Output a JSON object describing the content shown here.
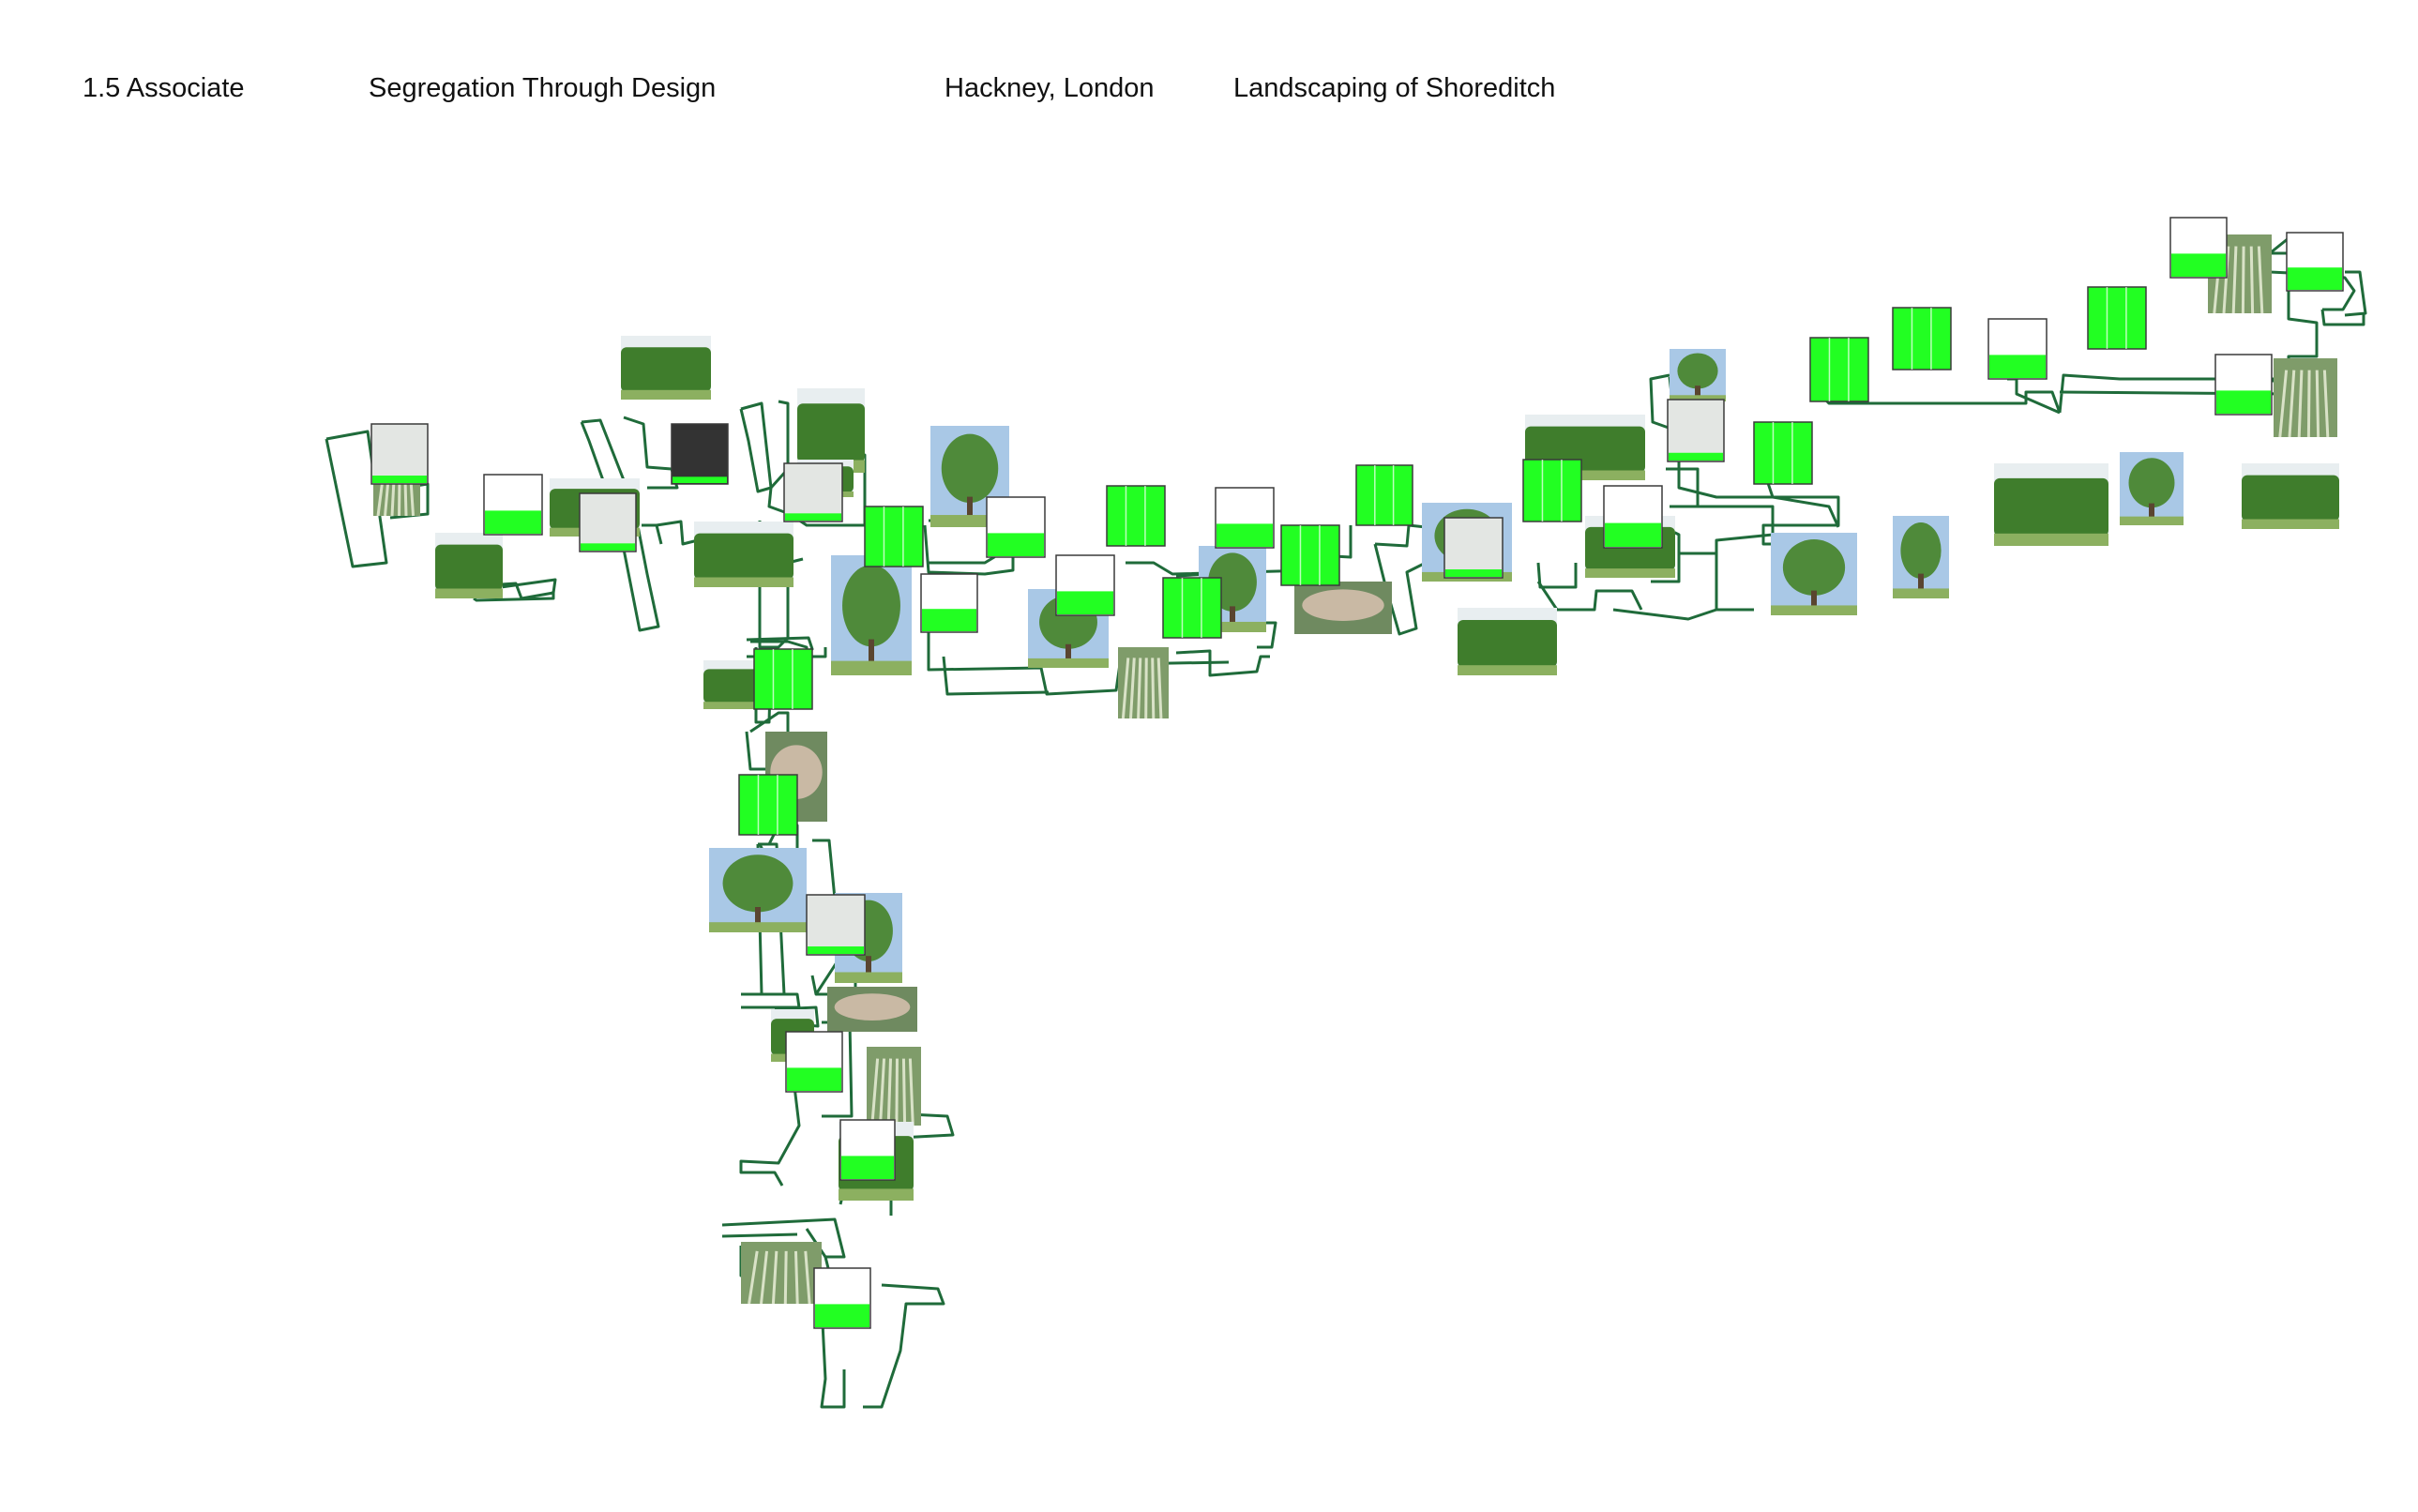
{
  "header": {
    "project_code": "1.5 Associate",
    "project_title": "Segregation Through Design",
    "location": "Hackney, London",
    "sheet_title": "Landscaping of Shoreditch"
  },
  "colors": {
    "outline": "#1f6b3a",
    "fill_green": "#22ff22",
    "box_border": "#3a3a3a",
    "pale_fill": "#e3e6e3",
    "dark_fill": "#333333",
    "hedge": "#3f7d2c",
    "grass": "#8cb060",
    "tree": "#4f8a3a",
    "sky": "#a9c8e6",
    "ornamental": "#c9b9a4"
  },
  "legend_icons": [
    "hedge-photo",
    "tree-photo",
    "grass-photo",
    "green-planting-block",
    "partial-planting-block",
    "empty-planting-block"
  ]
}
